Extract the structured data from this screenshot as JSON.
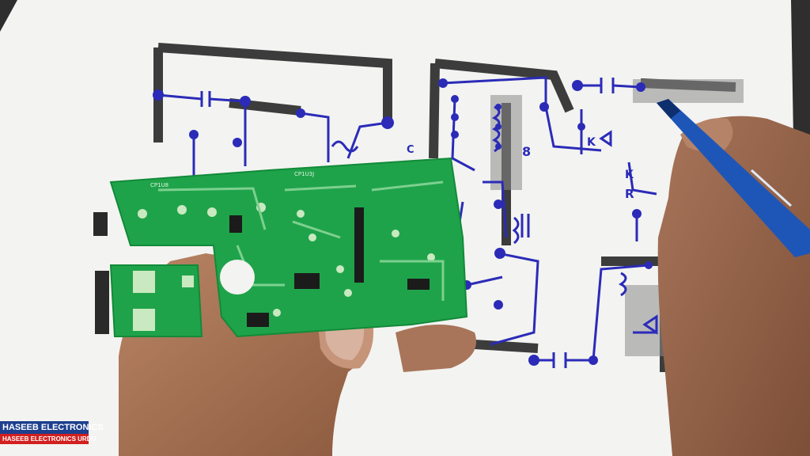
{
  "channel": {
    "name": "HASEEB ELECTRONICS",
    "subtitle": "HASEEB ELECTRONICS URDU"
  },
  "schematic_labels": {
    "c": "C",
    "eight": "8",
    "k1": "K",
    "k2": "K",
    "r": "R"
  },
  "pcb_silkscreen": {
    "a": "CP1U8",
    "b": "CP1U3J"
  },
  "colors": {
    "paper": "#f4f4f2",
    "ink": "#2b2bb8",
    "trace_shadow": "#3a3a3a",
    "pcb": "#1fa34a",
    "skin": "#b07a5a",
    "badge_top": "#1d3f8f",
    "badge_bottom": "#d21f1f"
  },
  "icons": [
    "pen-icon",
    "hand-icon",
    "pcb-board-icon"
  ]
}
